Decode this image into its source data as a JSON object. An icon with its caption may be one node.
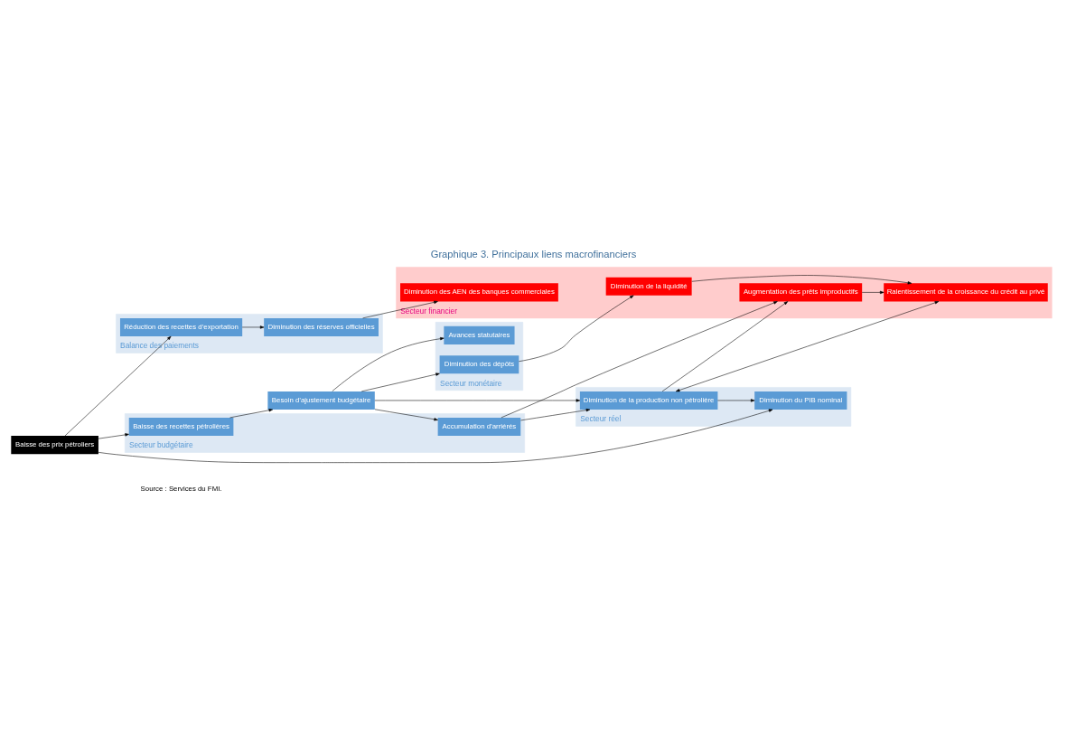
{
  "diagram": {
    "title": "Graphique 3. Principaux liens macrofinanciers",
    "caption": "Source : Services du FMI.",
    "nodes": [
      {
        "text": [
          "Baisse des prix pétroliers"
        ]
      },
      {
        "text": [
          "Balance des paiements"
        ]
      },
      {
        "text": [
          "Réduction des recettes d’exportation"
        ],
        "in": 1
      },
      {
        "text": [
          "Diminution des réserves officielles"
        ],
        "in": 1
      },
      {
        "text": [
          "Secteur réel"
        ]
      },
      {
        "text": [
          "Diminution du PIB nominal"
        ],
        "in": 4
      },
      {
        "text": [
          "Diminution de la production non pétrolière"
        ],
        "in": 4
      },
      {
        "text": [
          "Secteur budgétaire"
        ]
      },
      {
        "text": [
          "Baisse des recettes pétrolières"
        ],
        "in": 7
      },
      {
        "text": [
          "Besoin d’ajustement budgétaire"
        ]
      },
      {
        "text": [
          "Accumulation d’arriérés"
        ],
        "in": 7
      },
      {
        "text": [
          "Secteur monétaire"
        ]
      },
      {
        "text": [
          "Avances statutaires"
        ],
        "in": 11
      },
      {
        "text": [
          "Diminution des dépôts"
        ],
        "in": 11
      },
      {
        "text": [
          "Secteur financier"
        ]
      },
      {
        "text": [
          "Diminution des AEN des banques commerciales"
        ],
        "in": 14
      },
      {
        "text": [
          "Augmentation des prêts improductifs"
        ],
        "in": 14
      },
      {
        "text": [
          "Ralentissement de la croissance du crédit au privé"
        ],
        "in": 14
      },
      {
        "text": [
          "Diminution de la liquidité"
        ],
        "in": 14
      }
    ],
    "edges": [
      {
        "from": 0,
        "to": 2,
        "arrow": "to"
      },
      {
        "from": 0,
        "to": 5,
        "arrow": "to"
      },
      {
        "from": 0,
        "to": 8,
        "arrow": "to"
      },
      {
        "from": 2,
        "to": 3,
        "arrow": "to"
      },
      {
        "from": 3,
        "to": 15,
        "arrow": "to"
      },
      {
        "from": 6,
        "to": 5,
        "arrow": "to"
      },
      {
        "from": 6,
        "to": 16,
        "arrow": "to"
      },
      {
        "from": 9,
        "to": 6,
        "arrow": "to"
      },
      {
        "from": 8,
        "to": 9,
        "arrow": "to"
      },
      {
        "from": 9,
        "to": 10,
        "arrow": "to"
      },
      {
        "from": 10,
        "to": 6,
        "arrow": "to"
      },
      {
        "from": 10,
        "to": 16,
        "arrow": "to"
      },
      {
        "from": 6,
        "to": 17,
        "arrow": "both"
      },
      {
        "from": 16,
        "to": 17,
        "arrow": "to"
      },
      {
        "from": 18,
        "to": 17,
        "arrow": "to"
      },
      {
        "from": 9,
        "to": 12,
        "arrow": "to"
      },
      {
        "from": 9,
        "to": 13,
        "arrow": "to"
      },
      {
        "from": 13,
        "to": 18,
        "arrow": "to"
      }
    ]
  }
}
